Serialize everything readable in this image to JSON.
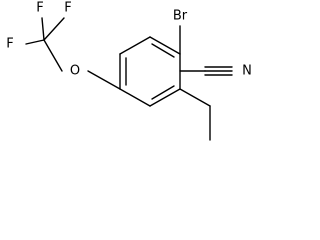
{
  "molecule": {
    "bond_color": "#000000",
    "background": "#ffffff",
    "atoms": {
      "br": "Br",
      "n": "N",
      "o": "O",
      "f1": "F",
      "f2": "F",
      "f3": "F"
    }
  }
}
